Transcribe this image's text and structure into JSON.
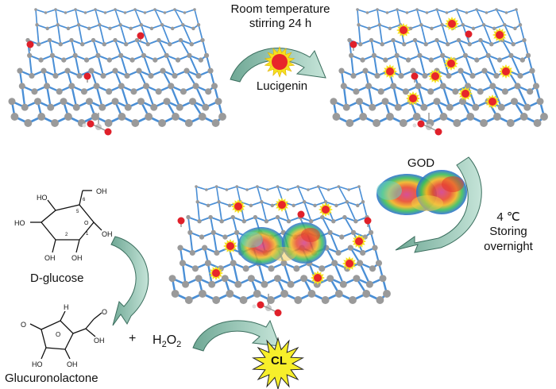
{
  "reaction1": {
    "condition_line1": "Room  temperature",
    "condition_line2": "stirring 24 h",
    "reagent": "Lucigenin"
  },
  "reaction2": {
    "enzyme": "GOD",
    "condition_temp": "4 ℃",
    "condition_line2": "Storing",
    "condition_line3": "overnight"
  },
  "reaction3": {
    "substrate": "D-glucose",
    "product": "Glucuronolactone",
    "plus": "+",
    "h2o2_main": "H",
    "h2o2_sub1": "2",
    "h2o2_o": "O",
    "h2o2_sub2": "2",
    "signal": "CL"
  },
  "colors": {
    "carbon_bond": "#4a8fd6",
    "carbon_atom": "#9a9a9a",
    "oxygen": "#e0202a",
    "lucigenin_core": "#e8262a",
    "lucigenin_halo": "#f5e020",
    "arrow_fill": "#9ec8b8",
    "cl_star": "#f7ef2a"
  }
}
